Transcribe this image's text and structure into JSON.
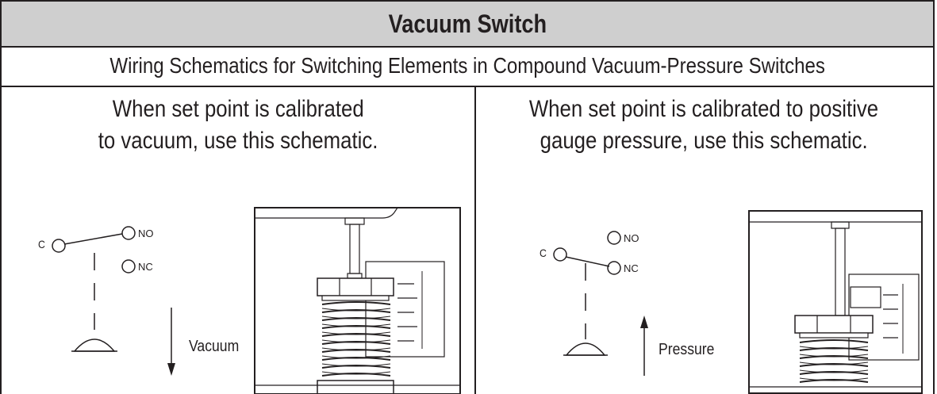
{
  "title": "Vacuum Switch",
  "subtitle": "Wiring Schematics for Switching Elements in Compound Vacuum-Pressure Switches",
  "left_panel": {
    "caption_line1": "When set point is calibrated",
    "caption_line2": "to vacuum, use this schematic.",
    "terminal_c": "C",
    "terminal_no": "NO",
    "terminal_nc": "NC",
    "arrow_label": "Vacuum",
    "arrow_direction": "down"
  },
  "right_panel": {
    "caption_line1": "When set point is calibrated to positive",
    "caption_line2": "gauge pressure, use this schematic.",
    "terminal_c": "C",
    "terminal_no": "NO",
    "terminal_nc": "NC",
    "arrow_label": "Pressure",
    "arrow_direction": "up"
  },
  "colors": {
    "header_bg": "#cfcfcf",
    "ink": "#231f20",
    "background": "#ffffff"
  }
}
